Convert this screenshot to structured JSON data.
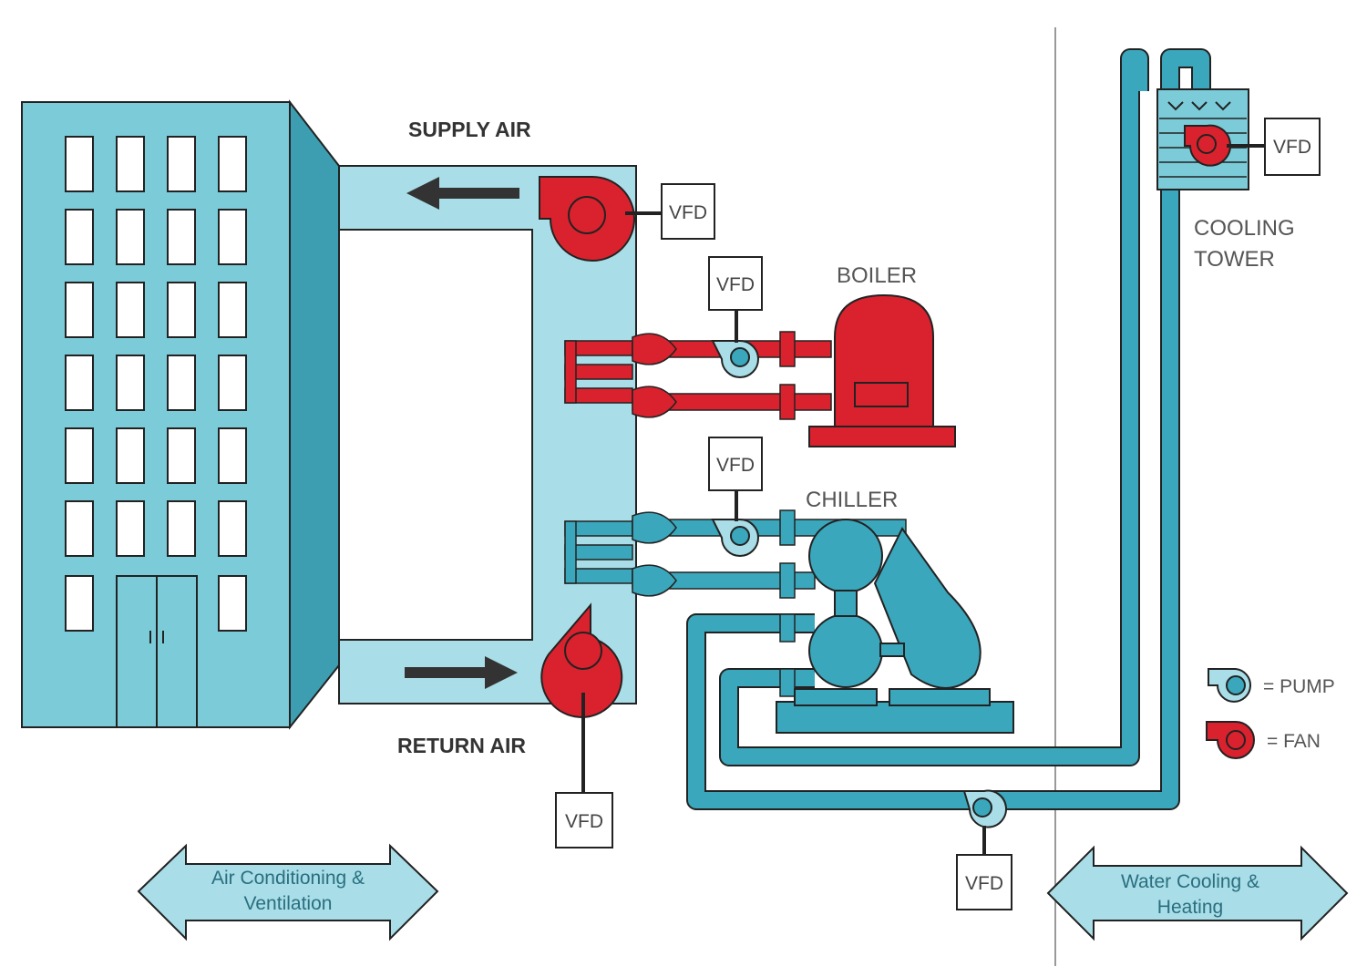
{
  "labels": {
    "supply_air": "SUPPLY AIR",
    "return_air": "RETURN AIR",
    "boiler": "BOILER",
    "chiller": "CHILLER",
    "cooling_tower_line1": "COOLING",
    "cooling_tower_line2": "TOWER"
  },
  "vfd_label": "VFD",
  "vfd": {
    "supply_fan": "VFD",
    "boiler_pump": "VFD",
    "chiller_pump": "VFD",
    "return_fan": "VFD",
    "tower_fan": "VFD",
    "condenser_pump": "VFD"
  },
  "sections": {
    "left_line1": "Air Conditioning &",
    "left_line2": "Ventilation",
    "right_line1": "Water Cooling &",
    "right_line2": "Heating"
  },
  "legend": {
    "pump": "= PUMP",
    "fan": "= FAN"
  },
  "colors": {
    "building": "#7ccbd9",
    "duct": "#a9dde7",
    "water": "#3aa7bc",
    "red": "#d9222e",
    "outline": "#222222"
  }
}
